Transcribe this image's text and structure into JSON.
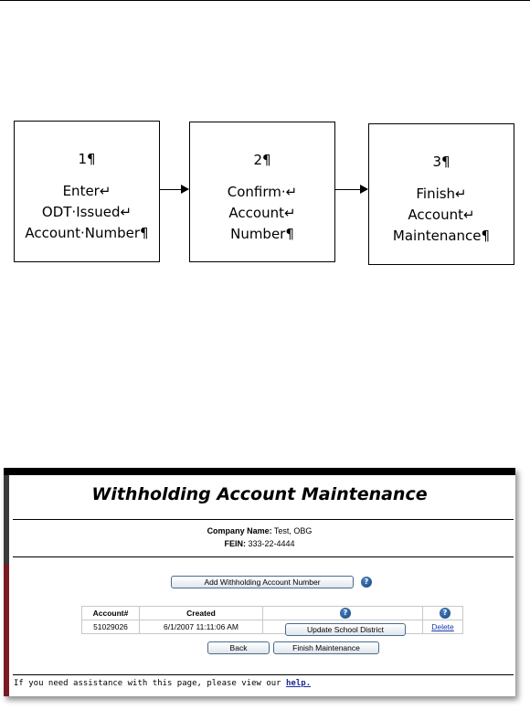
{
  "flow": {
    "steps": [
      {
        "number": "1¶",
        "lines": [
          "Enter↵",
          "ODT·Issued↵",
          "Account·Number¶"
        ]
      },
      {
        "number": "2¶",
        "lines": [
          "Confirm·↵",
          "Account↵",
          "Number¶"
        ]
      },
      {
        "number": "3¶",
        "lines": [
          "Finish↵",
          "Account↵",
          "Maintenance¶"
        ]
      }
    ]
  },
  "screen": {
    "title": "Withholding Account Maintenance",
    "company_label": "Company Name:",
    "company_value": "Test, OBG",
    "fein_label": "FEIN:",
    "fein_value": "333-22-4444",
    "add_button": "Add Withholding Account Number",
    "help_glyph": "?",
    "table": {
      "headers": [
        "Account#",
        "Created",
        "",
        ""
      ],
      "rows": [
        {
          "account": "51029026",
          "created": "6/1/2007 11:11:06 AM",
          "action": "Update School District",
          "delete": "Delete"
        }
      ]
    },
    "back_button": "Back",
    "finish_button": "Finish Maintenance",
    "assist_text": "If you need assistance with this page, please view our ",
    "assist_link": "help."
  },
  "colors": {
    "button_border": "#4d6b8a",
    "help_icon": "#1f4f8f",
    "link": "#1a3aa8",
    "sidebar": "#7a1a24"
  }
}
